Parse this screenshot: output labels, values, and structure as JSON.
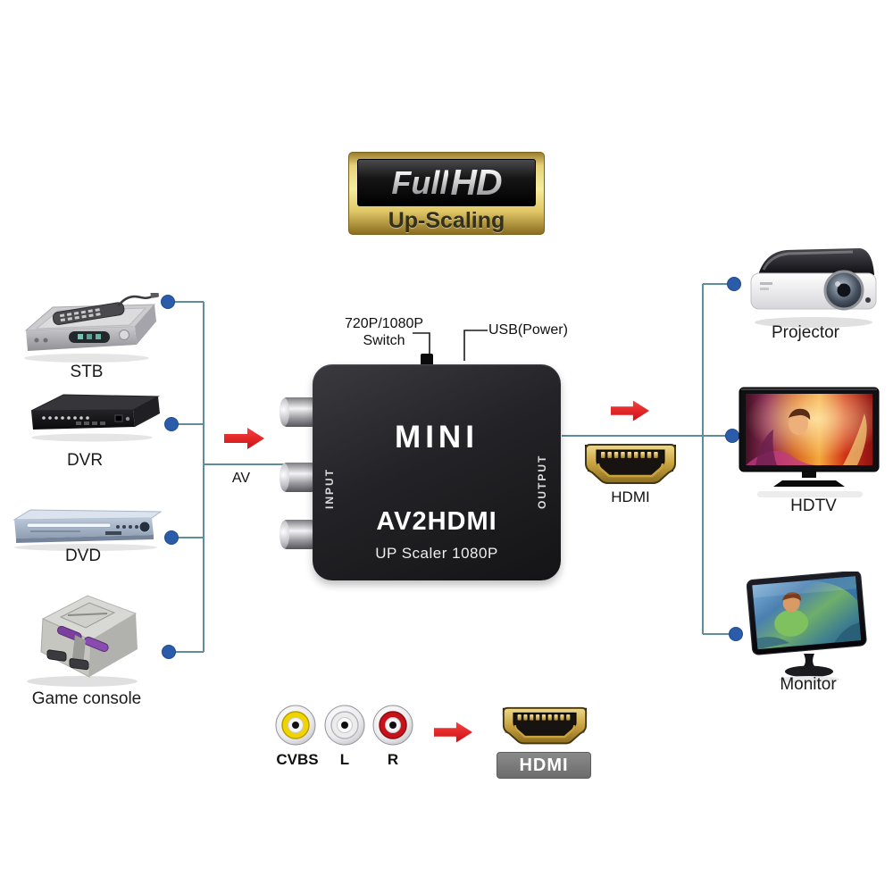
{
  "colors": {
    "wire": "#5e8d9c",
    "node_dot": "#2a5caa",
    "arrow_red": "#e8191c",
    "badge_gold": "#e7cf6f",
    "converter_body": "#232327",
    "rca_yellow": "#f0d400",
    "rca_white": "#ececec",
    "rca_red": "#c6131a",
    "hdmi_gold": "#c9a23f",
    "hdmi_badge_gray": "#757575"
  },
  "icons": {
    "flow_arrow": "right-block-arrow",
    "connection_node": "filled-circle"
  },
  "badge": {
    "full": "Full",
    "hd": "HD",
    "subtitle": "Up-Scaling"
  },
  "left_devices": [
    {
      "label": "STB"
    },
    {
      "label": "DVR"
    },
    {
      "label": "DVD"
    },
    {
      "label": "Game console"
    }
  ],
  "right_devices": [
    {
      "label": "Projector"
    },
    {
      "label": "HDTV"
    },
    {
      "label": "Monitor"
    }
  ],
  "converter": {
    "brand": "MINI",
    "model": "AV2HDMI",
    "subtitle": "UP Scaler 1080P",
    "input_label": "INPUT",
    "output_label": "OUTPUT"
  },
  "annotations": {
    "switch_line1": "720P/1080P",
    "switch_line2": "Switch",
    "usb": "USB(Power)",
    "av": "AV",
    "hdmi_output": "HDMI"
  },
  "legend": {
    "cvbs": "CVBS",
    "left_audio": "L",
    "right_audio": "R",
    "hdmi": "HDMI"
  }
}
